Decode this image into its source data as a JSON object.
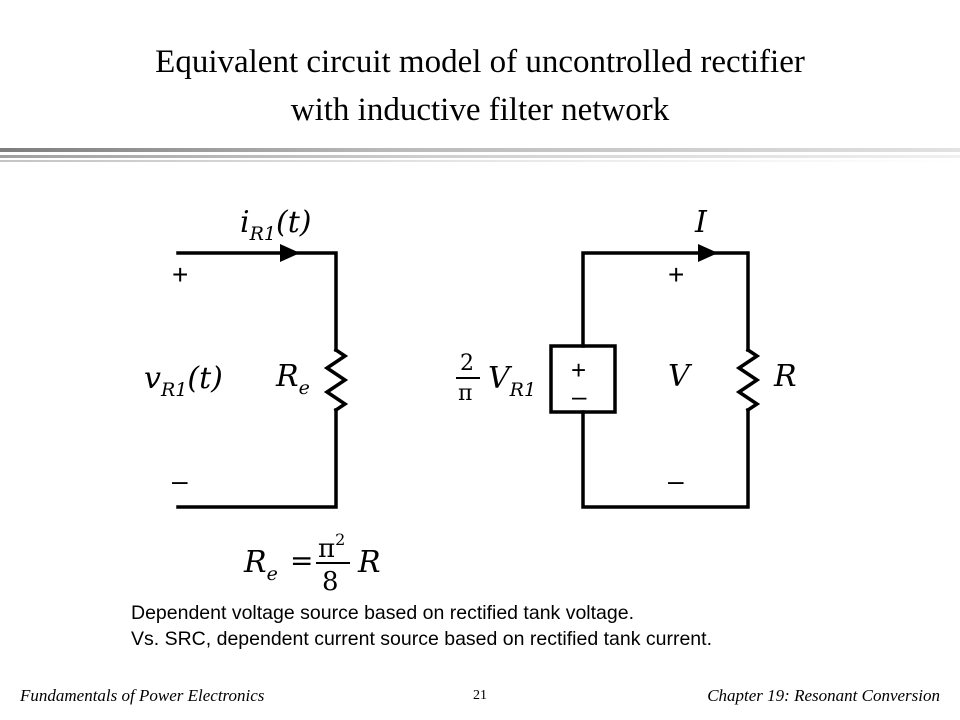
{
  "title": {
    "line1": "Equivalent circuit model of uncontrolled rectifier",
    "line2": "with inductive filter network"
  },
  "left_circuit": {
    "current_label": "i",
    "current_sub": "R1",
    "current_arg": "(t)",
    "plus": "+",
    "minus": "–",
    "voltage_label": "v",
    "voltage_sub": "R1",
    "voltage_arg": "(t)",
    "resistor_label": "R",
    "resistor_sub": "e"
  },
  "right_circuit": {
    "current_label": "I",
    "plus": "+",
    "minus": "–",
    "source_coeff_num": "2",
    "source_coeff_den": "π",
    "source_var": "V",
    "source_sub": "R1",
    "source_plus": "+",
    "source_minus": "–",
    "voltage_label": "V",
    "resistor_label": "R"
  },
  "equation": {
    "lhs": "R",
    "lhs_sub": "e",
    "equals": "=",
    "num": "π",
    "num_exp": "2",
    "den": "8",
    "rhs": "R"
  },
  "notes": [
    "Dependent voltage source based on rectified tank voltage.",
    "Vs. SRC, dependent current source based on rectified tank current."
  ],
  "footer": {
    "left": "Fundamentals of Power Electronics",
    "page": "21",
    "right": "Chapter 19: Resonant Conversion"
  }
}
